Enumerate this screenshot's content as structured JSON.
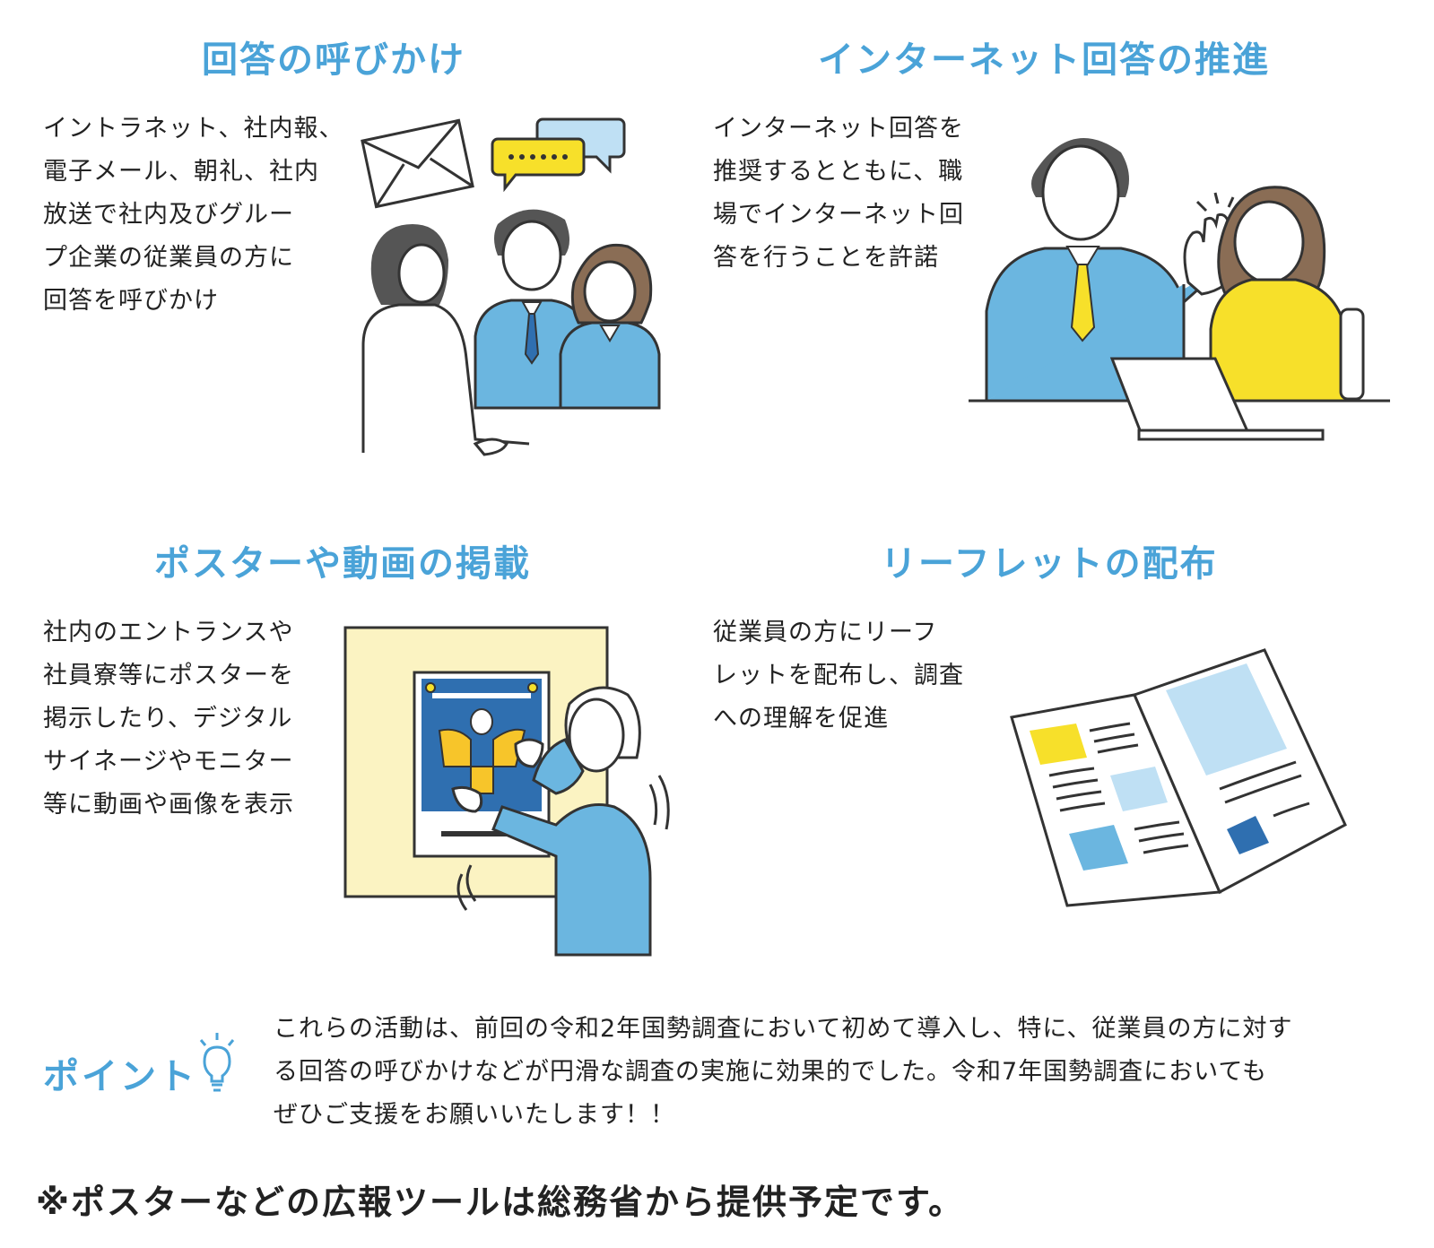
{
  "sections": [
    {
      "title": "回答の呼びかけ",
      "lines": [
        "イントラネット、社内報、",
        "電子メール、朝礼、社内",
        "放送で社内及びグルー",
        "プ企業の従業員の方に",
        "回答を呼びかけ"
      ]
    },
    {
      "title": "インターネット回答の推進",
      "lines": [
        "インターネット回答を",
        "推奨するとともに、職",
        "場でインターネット回",
        "答を行うことを許諾"
      ]
    },
    {
      "title": "ポスターや動画の掲載",
      "lines": [
        "社内のエントランスや",
        "社員寮等にポスターを",
        "掲示したり、デジタル",
        "サイネージやモニター",
        "等に動画や画像を表示"
      ]
    },
    {
      "title": "リーフレットの配布",
      "lines": [
        "従業員の方にリーフ",
        "レットを配布し、調査",
        "への理解を促進"
      ]
    }
  ],
  "point": {
    "label": "ポイント",
    "icon": "lightbulb-icon",
    "lines": [
      "これらの活動は、前回の令和2年国勢調査において初めて導入し、特に、従業員の方に対す",
      "る回答の呼びかけなどが円滑な調査の実施に効果的でした。令和7年国勢調査においても",
      "ぜひご支援をお願いいたします！！"
    ]
  },
  "footer_note": "※ポスターなどの広報ツールは総務省から提供予定です。",
  "colors": {
    "accent_blue": "#4aa3d8",
    "suit_blue": "#6bb6e0",
    "yellow": "#f7e02a",
    "poster_bg": "#fbf3c2",
    "navy": "#2f6fb0",
    "text": "#222222"
  }
}
